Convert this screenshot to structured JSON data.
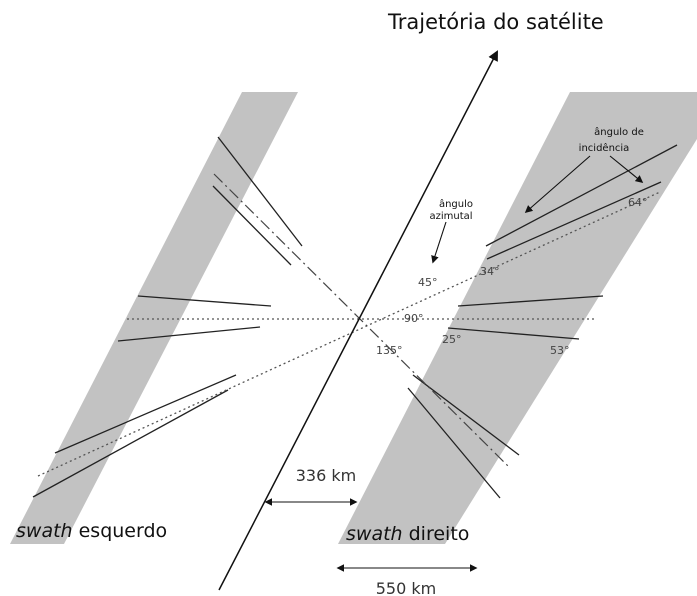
{
  "title": "Trajetória do satélite",
  "labels": {
    "incidence_line1": "ângulo de",
    "incidence_line2": "incidência",
    "azimuth_line1": "ângulo",
    "azimuth_line2": "azimutal",
    "swath_left_italic": "swath",
    "swath_left_rest": " esquerdo",
    "swath_right_italic": "swath",
    "swath_right_rest": " direito",
    "distance_gap": "336 km",
    "distance_swath": "550 km"
  },
  "angles": {
    "a45": "45°",
    "a90": "90°",
    "a135": "135°",
    "a34": "34°",
    "a25": "25°",
    "a53": "53°",
    "a64": "64°"
  },
  "colors": {
    "swath_fill": "#c2c2c2",
    "line": "#222222",
    "background": "#ffffff"
  }
}
